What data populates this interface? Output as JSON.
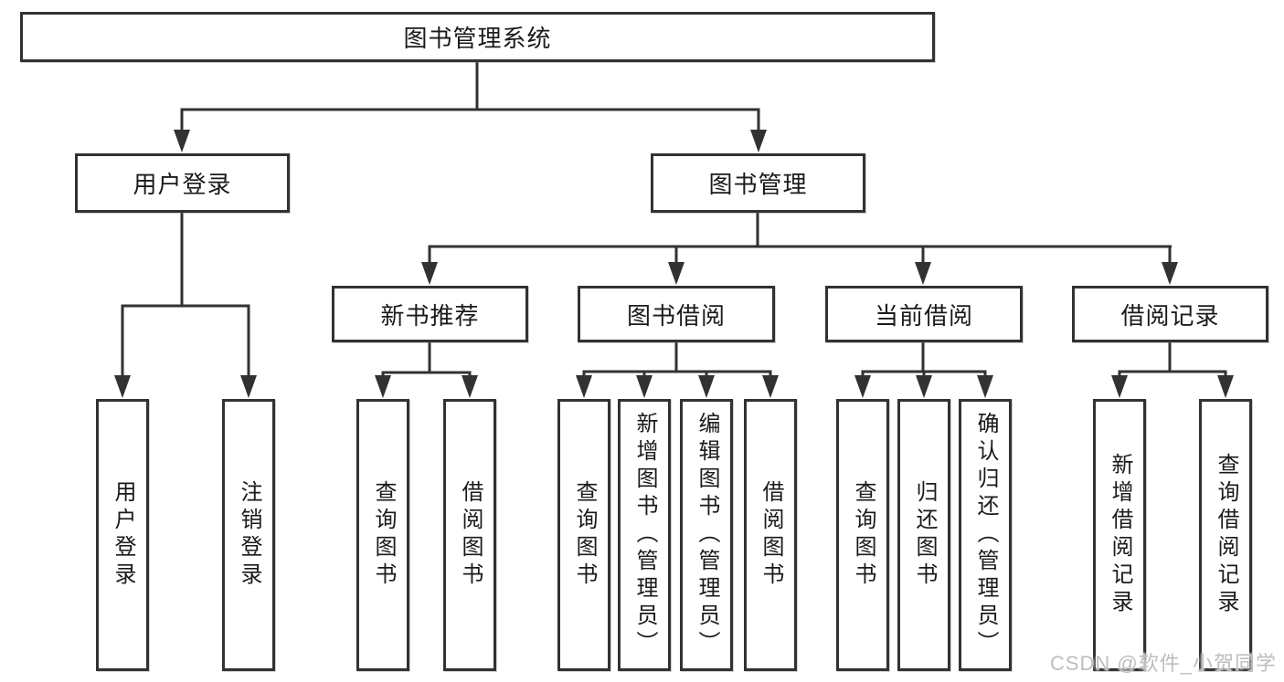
{
  "colors": {
    "background": "#ffffff",
    "line": "#323232",
    "box_border": "#323232",
    "text": "#1a1a1a",
    "watermark": "#bdbdbd"
  },
  "watermark": {
    "text": "CSDN @软件_小贺同学"
  },
  "tree": {
    "root": {
      "label": "图书管理系统",
      "children": [
        {
          "label": "用户登录",
          "children": [
            {
              "label": "用户登录"
            },
            {
              "label": "注销登录"
            }
          ]
        },
        {
          "label": "图书管理",
          "children": [
            {
              "label": "新书推荐",
              "children": [
                {
                  "label": "查询图书"
                },
                {
                  "label": "借阅图书"
                }
              ]
            },
            {
              "label": "图书借阅",
              "children": [
                {
                  "label": "查询图书"
                },
                {
                  "label": "新增图书（管理员）"
                },
                {
                  "label": "编辑图书（管理员）"
                },
                {
                  "label": "借阅图书"
                }
              ]
            },
            {
              "label": "当前借阅",
              "children": [
                {
                  "label": "查询图书"
                },
                {
                  "label": "归还图书"
                },
                {
                  "label": "确认归还（管理员）"
                }
              ]
            },
            {
              "label": "借阅记录",
              "children": [
                {
                  "label": "新增借阅记录"
                },
                {
                  "label": "查询借阅记录"
                }
              ]
            }
          ]
        }
      ]
    }
  }
}
